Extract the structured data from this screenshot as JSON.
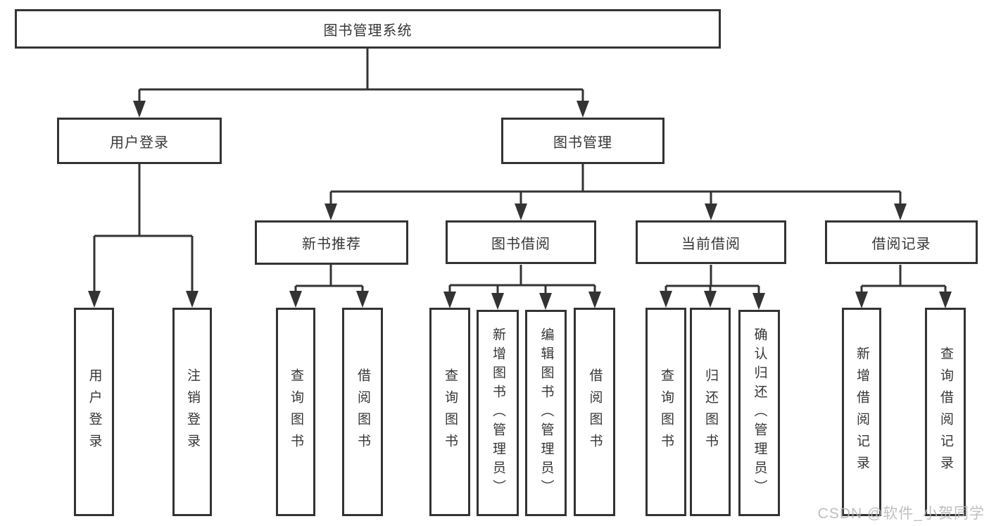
{
  "tree": {
    "root": {
      "label": "图书管理系统"
    },
    "l2": [
      {
        "id": "user-login",
        "label": "用户登录"
      },
      {
        "id": "book-management",
        "label": "图书管理"
      }
    ],
    "l3": [
      {
        "id": "new-book-recommend",
        "label": "新书推荐"
      },
      {
        "id": "book-borrow",
        "label": "图书借阅"
      },
      {
        "id": "current-borrow",
        "label": "当前借阅"
      },
      {
        "id": "borrow-records",
        "label": "借阅记录"
      }
    ],
    "leaves": [
      {
        "id": "user-login",
        "label": "用户登录"
      },
      {
        "id": "logout",
        "label": "注销登录"
      },
      {
        "id": "query-books-recommend",
        "label": "查询图书"
      },
      {
        "id": "borrow-books-recommend",
        "label": "借阅图书"
      },
      {
        "id": "query-books-borrow",
        "label": "查询图书"
      },
      {
        "id": "add-books-admin",
        "label": "新增图书（管理员）"
      },
      {
        "id": "edit-books-admin",
        "label": "编辑图书（管理员）"
      },
      {
        "id": "borrow-books",
        "label": "借阅图书"
      },
      {
        "id": "query-books-current",
        "label": "查询图书"
      },
      {
        "id": "return-books",
        "label": "归还图书"
      },
      {
        "id": "confirm-return-admin",
        "label": "确认归还（管理员）"
      },
      {
        "id": "add-borrow-record",
        "label": "新增借阅记录"
      },
      {
        "id": "query-borrow-record",
        "label": "查询借阅记录"
      }
    ]
  },
  "watermark": {
    "text": "CSDN @软件_小贺同学",
    "color": "#b6b6b6"
  },
  "colors": {
    "line": "#333333",
    "border": "#333333",
    "text": "#363636",
    "background": "#ffffff"
  }
}
